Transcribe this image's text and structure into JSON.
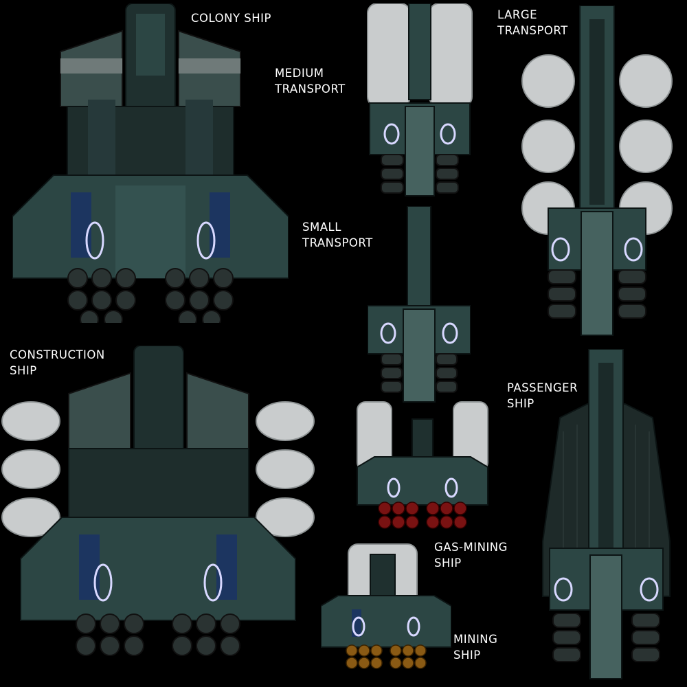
{
  "labels": {
    "colony": "COLONY SHIP",
    "medium": "MEDIUM\nTRANSPORT",
    "large": "LARGE\nTRANSPORT",
    "small": "SMALL\nTRANSPORT",
    "construction": "CONSTRUCTION\nSHIP",
    "passenger": "PASSENGER\nSHIP",
    "gas_mining": "GAS-MINING\nSHIP",
    "mining": "MINING\nSHIP"
  },
  "colors": {
    "hull": "#2c4644",
    "hull_light": "#46625f",
    "hull_dark": "#1b2a29",
    "pod": "#c9cccd",
    "pod_dark": "#8e9394",
    "glow": "#d8d8ff",
    "blue_panel": "#1c3560",
    "engine": "#2a3332",
    "gas_engine": "#7a1212",
    "ore_engine": "#8a5a14"
  }
}
